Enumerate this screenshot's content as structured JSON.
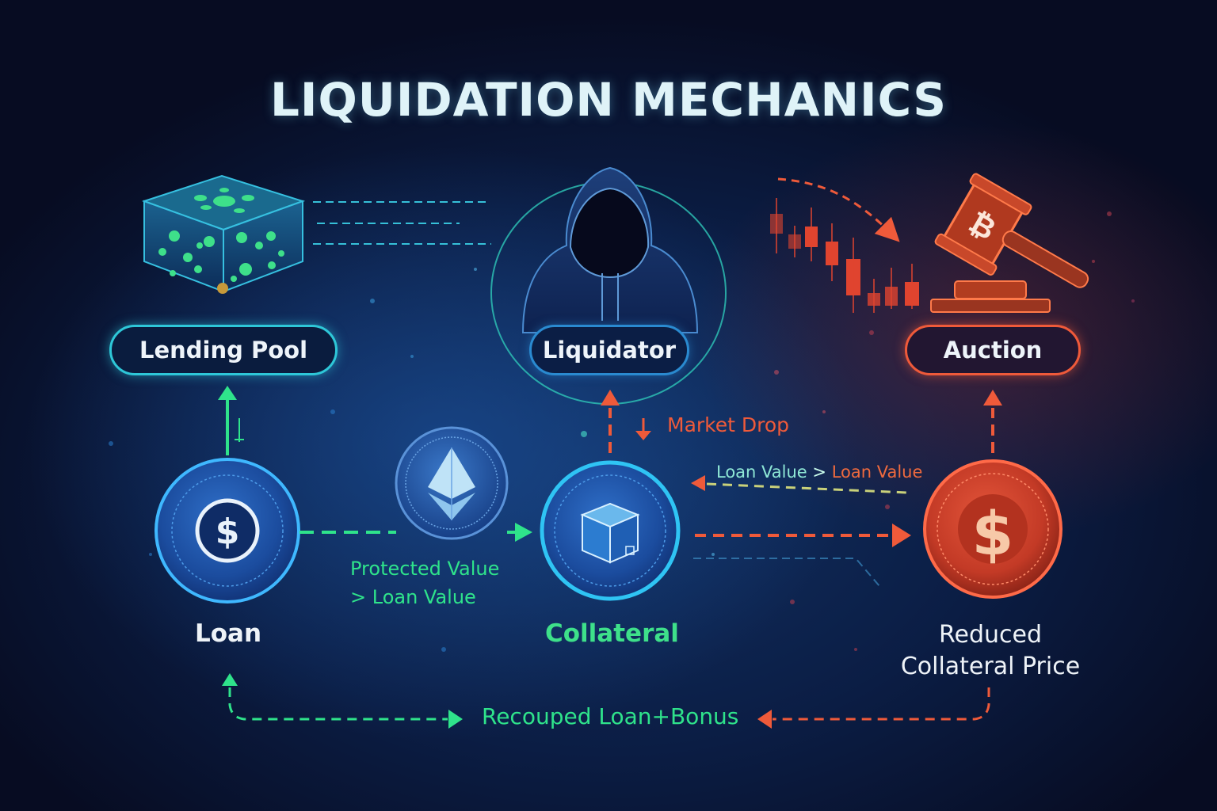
{
  "title": "LIQUIDATION MECHANICS",
  "nodes": {
    "lending_pool": {
      "label": "Lending Pool",
      "icon": "cube-network-icon",
      "color": "#2ec7d8"
    },
    "liquidator": {
      "label": "Liquidator",
      "icon": "hooded-figure-icon",
      "color": "#2a8ad0"
    },
    "auction": {
      "label": "Auction",
      "icon": "gavel-icon",
      "color": "#ef5a3a"
    },
    "loan": {
      "label": "Loan",
      "icon": "dollar-coin-icon",
      "color": "#2f8fe0"
    },
    "ethereum": {
      "icon": "ethereum-coin-icon",
      "color": "#3b7fd0"
    },
    "collateral": {
      "label": "Collateral",
      "icon": "box-coin-icon",
      "color": "#29a9ea"
    },
    "reduced_price": {
      "label_line1": "Reduced",
      "label_line2": "Collateral Price",
      "icon": "dollar-coin-icon",
      "color": "#e0452e"
    }
  },
  "annotations": {
    "protected_line1": "Protected Value",
    "protected_line2": "> Loan Value",
    "market_drop": "Market Drop",
    "loan_value_left": "Loan Value",
    "loan_value_op": ">",
    "loan_value_right": "Loan Value",
    "recouped": "Recouped Loan+Bonus"
  },
  "colors": {
    "background": "#0b1d44",
    "green": "#2fe38b",
    "red": "#ef5a3a",
    "cyan": "#2ec7d8",
    "title": "#dff3f8"
  }
}
